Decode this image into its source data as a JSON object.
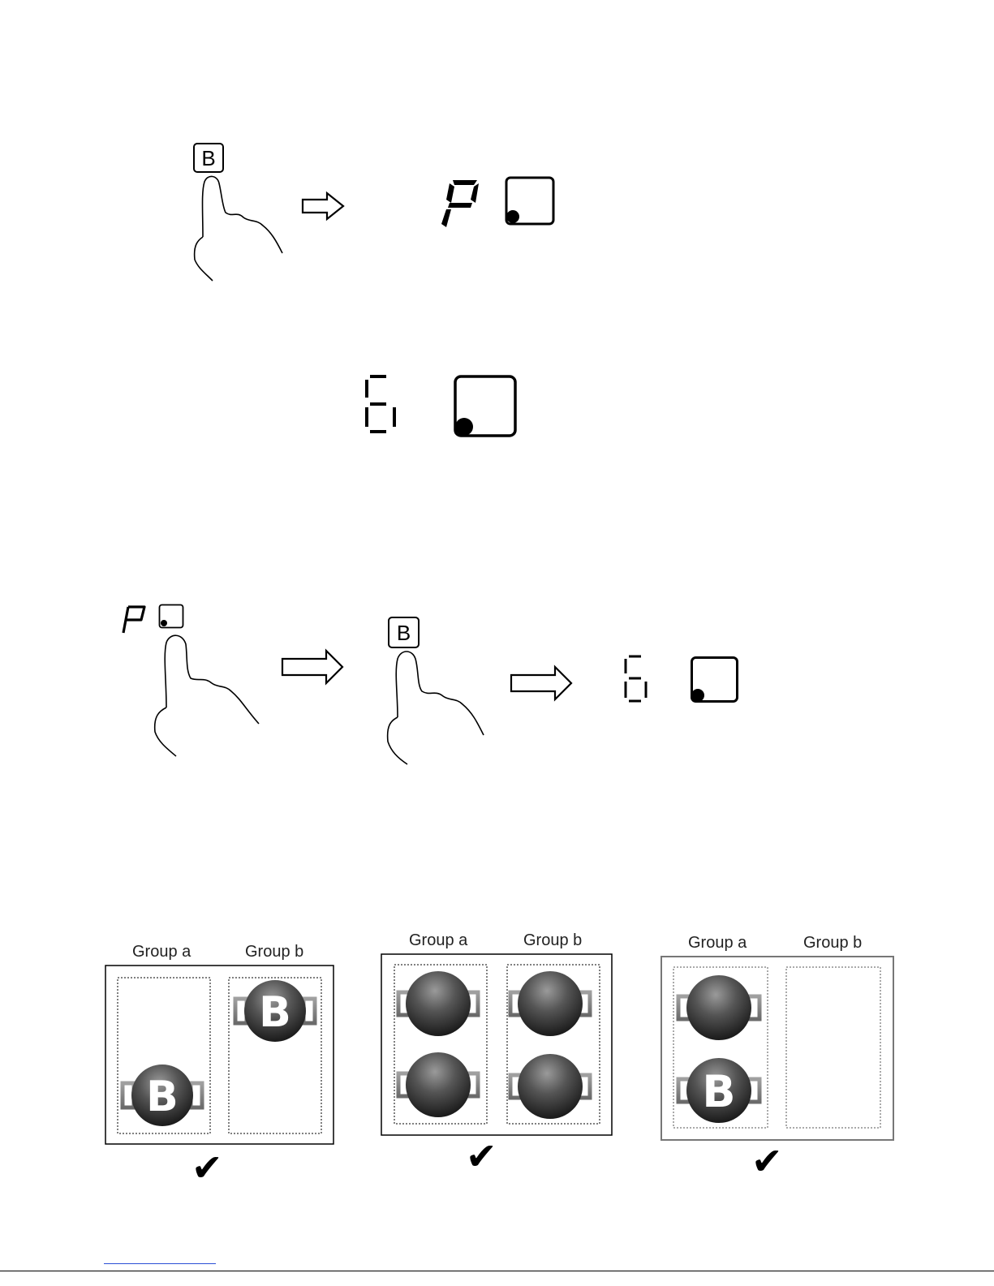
{
  "colors": {
    "ink": "#000000",
    "pan_dark": "#2a2a2a",
    "pan_light": "#8a8a8a",
    "link": "#2b4fd6"
  },
  "step1": {
    "key_label": "B",
    "display_symbol": "P",
    "icons": [
      "finger-press-icon",
      "arrow-right-icon",
      "seven-segment-icon",
      "zone-indicator-icon"
    ]
  },
  "step3": {
    "display_symbol": "P",
    "key_label": "B",
    "icons": [
      "finger-press-icon",
      "arrow-right-icon",
      "seven-segment-icon",
      "zone-indicator-icon"
    ]
  },
  "groups": [
    {
      "labels": [
        "Group a",
        "Group b"
      ],
      "check": "✔"
    },
    {
      "labels": [
        "Group a",
        "Group b"
      ],
      "check": "✔"
    },
    {
      "labels": [
        "Group a",
        "Group b"
      ],
      "check": "✔"
    }
  ],
  "pan_letter": "B"
}
